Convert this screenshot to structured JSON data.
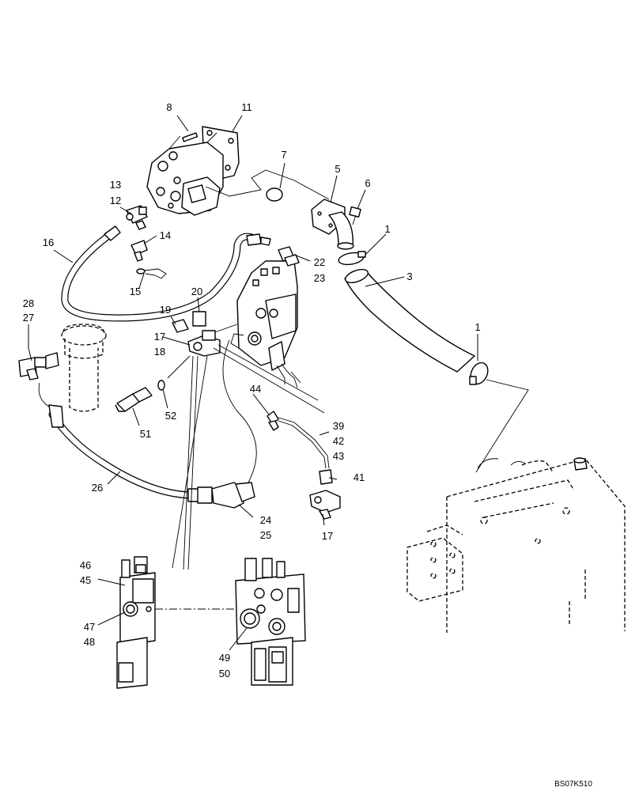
{
  "diagram_code": "BS07K510",
  "callouts": {
    "c1a": "1",
    "c1b": "1",
    "c3": "3",
    "c5": "5",
    "c6": "6",
    "c7": "7",
    "c8": "8",
    "c11": "11",
    "c12": "12",
    "c13": "13",
    "c14": "14",
    "c15": "15",
    "c16": "16",
    "c17a": "17",
    "c17b": "17",
    "c18": "18",
    "c19": "19",
    "c20": "20",
    "c22": "22",
    "c23": "23",
    "c24": "24",
    "c25": "25",
    "c26": "26",
    "c27": "27",
    "c28": "28",
    "c39": "39",
    "c41": "41",
    "c42": "42",
    "c43": "43",
    "c44": "44",
    "c45": "45",
    "c46": "46",
    "c47": "47",
    "c48": "48",
    "c49": "49",
    "c50": "50",
    "c51": "51",
    "c52": "52"
  }
}
